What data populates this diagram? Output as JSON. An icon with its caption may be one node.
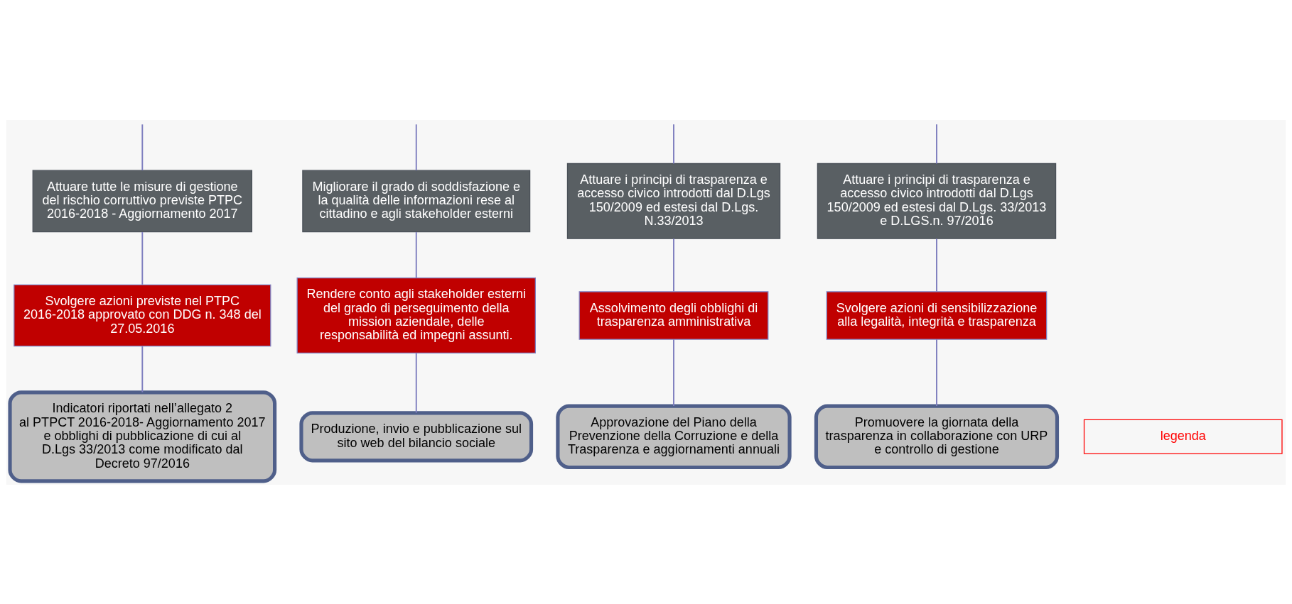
{
  "diagram": {
    "nodes": [
      {
        "text": [
          "Attuare tutte le misure di gestione del rischio corruttivo previste PTPC 2016-2018 - Aggiornamento 2017"
        ]
      },
      {
        "text": [
          "Migliorare il grado di soddisfazione e la qualità delle informazioni rese al cittadino e agli stakeholder esterni"
        ]
      },
      {
        "text": [
          "Attuare i principi di trasparenza e accesso civico introdotti dal D.Lgs 150/2009 ed estesi dal D.Lgs. N.33/2013"
        ]
      },
      {
        "text": [
          "Attuare i principi di trasparenza e accesso civico introdotti dal D.Lgs 150/2009 ed estesi dal D.Lgs. 33/2013 e D.LGS.n. 97/2016"
        ]
      },
      {
        "text": [
          "Svolgere azioni previste nel PTPC 2016-2018 approvato con DDG n. 348 del 27.05.2016"
        ]
      },
      {
        "text": [
          "Rendere conto agli stakeholder esterni del grado di perseguimento della mission aziendale, delle responsabilità ed impegni assunti."
        ]
      },
      {
        "text": [
          "Assolvimento degli obblighi di trasparenza amministrativa"
        ]
      },
      {
        "text": [
          "Svolgere azioni di sensibilizzazione alla legalità, integrità e trasparenza"
        ]
      },
      {
        "text": [
          "Indicatori riportati nell’allegato 2 al PTPCT 2016-2018- Aggiornamento 2017 e obblighi di pubblicazione di cui al D.Lgs 33/2013 come modificato dal Decreto 97/2016"
        ]
      },
      {
        "text": [
          "Produzione, invio e pubblicazione sul sito web del bilancio sociale"
        ]
      },
      {
        "text": [
          "Approvazione del Piano della Prevenzione della Corruzione e della Trasparenza e aggiornamenti annuali"
        ]
      },
      {
        "text": [
          "Promuovere la giornata della trasparenza in collaborazione con URP e controllo di gestione"
        ]
      },
      {
        "text": [
          "legenda"
        ]
      }
    ],
    "edges": [
      {
        "from": null,
        "to": 0,
        "arrow": "none"
      },
      {
        "from": null,
        "to": 1,
        "arrow": "none"
      },
      {
        "from": null,
        "to": 2,
        "arrow": "none"
      },
      {
        "from": null,
        "to": 3,
        "arrow": "none"
      },
      {
        "from": 0,
        "to": 4,
        "arrow": "none"
      },
      {
        "from": 1,
        "to": 5,
        "arrow": "none"
      },
      {
        "from": 2,
        "to": 6,
        "arrow": "none"
      },
      {
        "from": 3,
        "to": 7,
        "arrow": "none"
      },
      {
        "from": 4,
        "to": 8,
        "arrow": "none"
      },
      {
        "from": 5,
        "to": 9,
        "arrow": "none"
      },
      {
        "from": 6,
        "to": 10,
        "arrow": "none"
      },
      {
        "from": 7,
        "to": 11,
        "arrow": "none"
      }
    ]
  }
}
